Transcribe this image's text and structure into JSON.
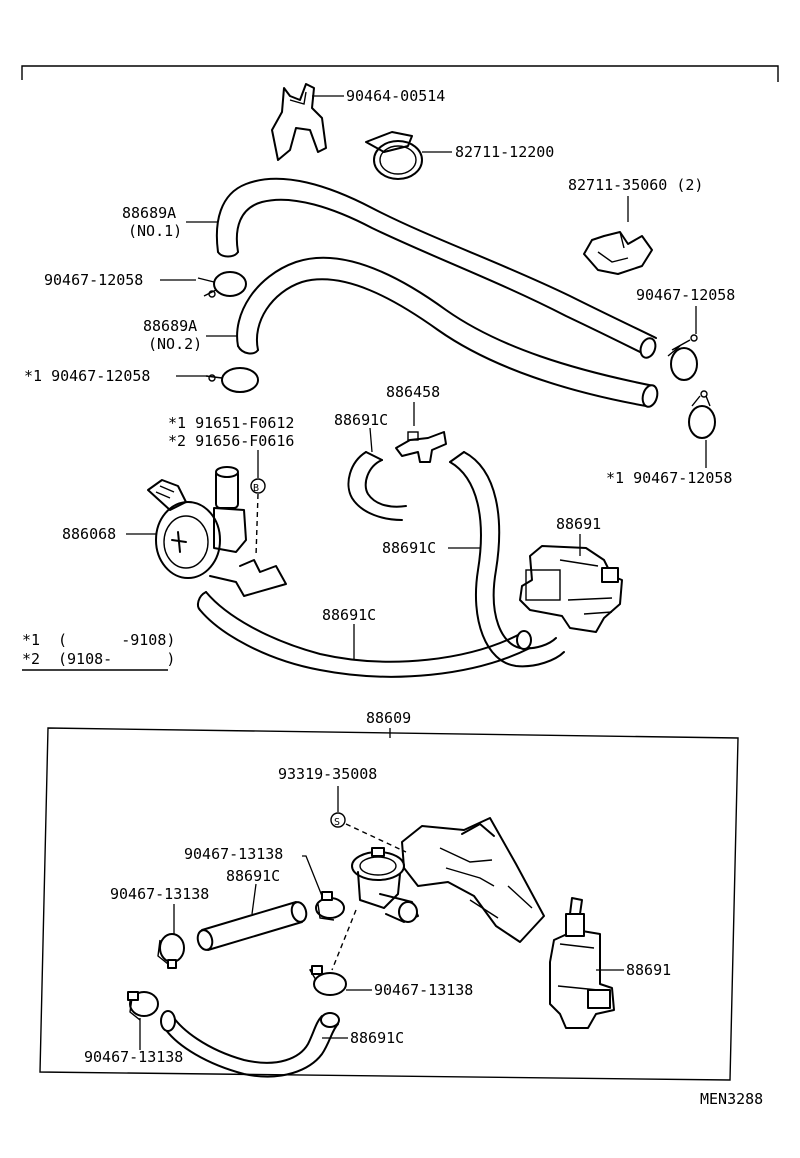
{
  "diagram": {
    "footer_code": "MEN3288",
    "assembly_label": "88609",
    "footnotes": [
      {
        "mark": "*1",
        "text": "(      -9108)"
      },
      {
        "mark": "*2",
        "text": "(9108-      )"
      }
    ],
    "parts": {
      "p_9046400514": "90464-00514",
      "p_8271112200": "82711-12200",
      "p_8271135060": "82711-35060 (2)",
      "p_88689a_no1_a": "88689A",
      "p_88689a_no1_b": "(NO.1)",
      "p_9046712058_left": "90467-12058",
      "p_88689a_no2_a": "88689A",
      "p_88689a_no2_b": "(NO.2)",
      "p_9046712058_star": "*1 90467-12058",
      "p_9046712058_right": "90467-12058",
      "p_9046712058_right_star": "*1 90467-12058",
      "p_886458": "886458",
      "p_88691c_top": "88691C",
      "p_91651": "*1 91651-F0612",
      "p_91656": "*2 91656-F0616",
      "p_886068": "886068",
      "p_88691c_mid": "88691C",
      "p_88691": "88691",
      "p_88691c_low": "88691C",
      "p_9331935008": "93319-35008",
      "p_9046713138_a": "90467-13138",
      "p_88691c_box": "88691C",
      "p_9046713138_b": "90467-13138",
      "p_88691_box": "88691",
      "p_9046713138_c": "90467-13138",
      "p_88691c_box2": "88691C",
      "p_9046713138_d": "90467-13138"
    },
    "callouts": {
      "b_marker": "B",
      "s_marker": "S"
    }
  }
}
